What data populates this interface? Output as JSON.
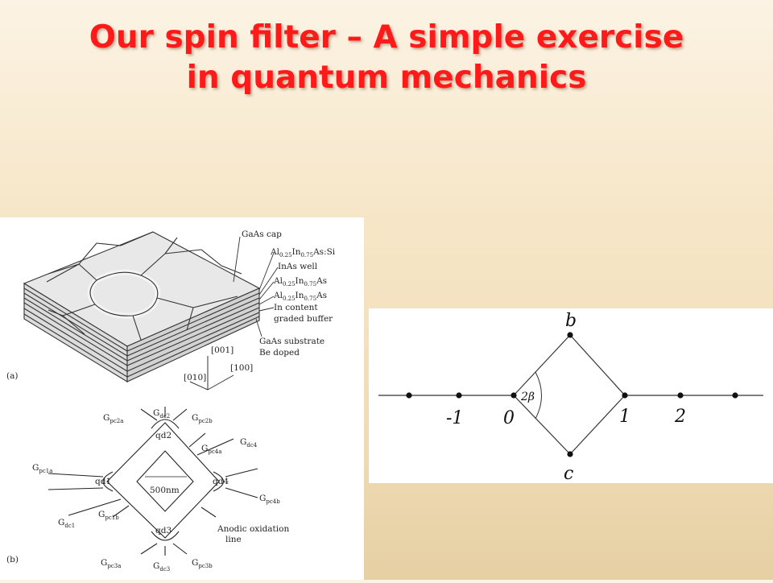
{
  "slide": {
    "title_line1": "Our spin filter – A simple exercise",
    "title_line2": "in quantum mechanics",
    "title_color": "#ff1a1a"
  },
  "figure_a": {
    "panel_label": "(a)",
    "layers": [
      {
        "main": "GaAs cap"
      },
      {
        "parts": [
          "Al",
          "0.25",
          "In",
          "0.75",
          "As:Si"
        ]
      },
      {
        "main": "InAs well"
      },
      {
        "parts": [
          "Al",
          "0.25",
          "In",
          "0.75",
          "As"
        ]
      },
      {
        "parts": [
          "Al",
          "0.25",
          "In",
          "0.75",
          "As"
        ]
      },
      {
        "main": "In content"
      },
      {
        "main": "graded buffer"
      },
      {
        "main": "GaAs substrate"
      },
      {
        "main": "Be doped"
      }
    ],
    "axes": {
      "z": "[001]",
      "x": "[100]",
      "y": "[010]"
    }
  },
  "figure_b": {
    "panel_label": "(b)",
    "dots": [
      "qd1",
      "qd2",
      "qd3",
      "qd4"
    ],
    "size_label": "500nm",
    "oxidation_label_line1": "Anodic oxidation",
    "oxidation_label_line2": "line",
    "gates": {
      "pc2a": {
        "main": "G",
        "sub": "pc2a"
      },
      "dc2": {
        "main": "G",
        "sub": "dc2"
      },
      "pc2b": {
        "main": "G",
        "sub": "pc2b"
      },
      "pc4a": {
        "main": "G",
        "sub": "pc4a"
      },
      "dc4": {
        "main": "G",
        "sub": "dc4"
      },
      "pc1a": {
        "main": "G",
        "sub": "pc1a"
      },
      "pc4b": {
        "main": "G",
        "sub": "pc4b"
      },
      "pc1b": {
        "main": "G",
        "sub": "pc1b"
      },
      "dc1": {
        "main": "G",
        "sub": "dc1"
      },
      "pc3a": {
        "main": "G",
        "sub": "pc3a"
      },
      "dc3": {
        "main": "G",
        "sub": "dc3"
      },
      "pc3b": {
        "main": "G",
        "sub": "pc3b"
      }
    }
  },
  "tight_binding": {
    "site_labels": {
      "minus_one": "-1",
      "zero": "0",
      "one": "1",
      "two": "2",
      "b": "b",
      "c": "c"
    },
    "angle_label": "2β"
  }
}
